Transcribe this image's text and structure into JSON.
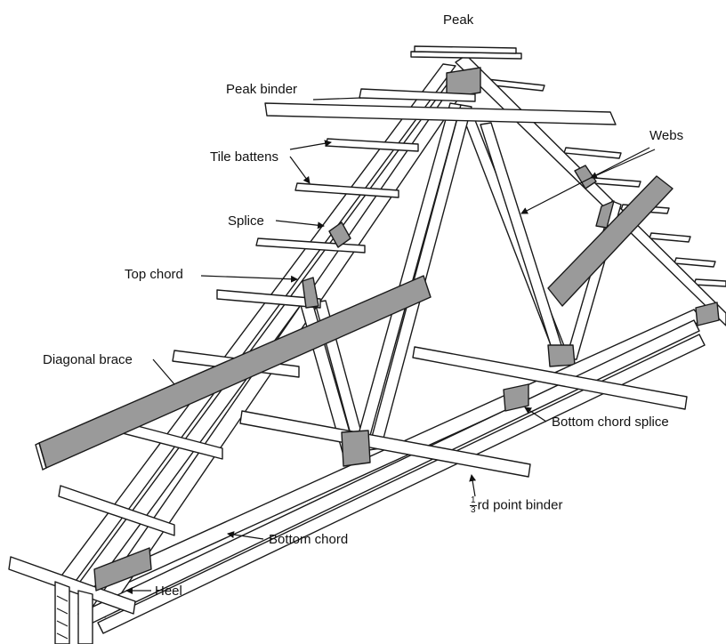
{
  "labels": {
    "peak": "Peak",
    "peak_binder": "Peak binder",
    "webs": "Webs",
    "tile_battens": "Tile battens",
    "splice": "Splice",
    "top_chord": "Top chord",
    "diagonal_brace": "Diagonal brace",
    "bottom_chord_splice": "Bottom chord splice",
    "third_point_binder_num": "1",
    "third_point_binder_den": "3",
    "third_point_binder_text": "rd point binder",
    "bottom_chord": "Bottom chord",
    "heel": "Heel"
  },
  "colors": {
    "line": "#1a1a1a",
    "fill_grey": "#9a9a9a",
    "fill_wood": "#ffffff"
  }
}
